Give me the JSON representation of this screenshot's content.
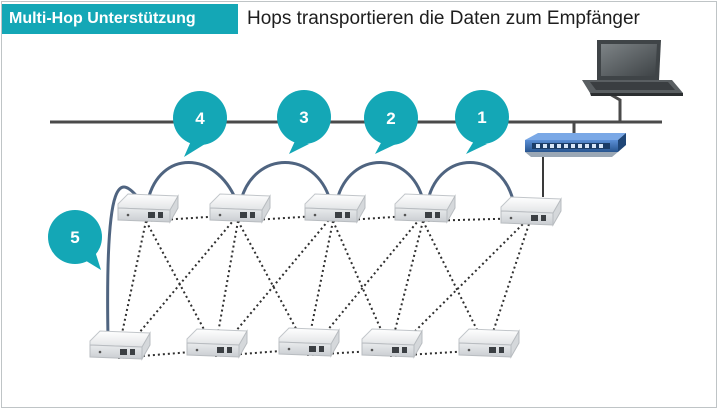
{
  "header": {
    "badge_text": "Multi-Hop Unterstützung",
    "caption": "Hops transportieren die Daten zum Empfänger",
    "badge_color": "#14a7b6"
  },
  "hops": [
    {
      "label": "4"
    },
    {
      "label": "3"
    },
    {
      "label": "2"
    },
    {
      "label": "1"
    },
    {
      "label": "5"
    }
  ],
  "colors": {
    "bubble": "#14a7b6",
    "arc": "#4f6480",
    "backbone": "#4a4a4a",
    "mesh_link": "#2f2f2f",
    "switch": "#3a6fb8"
  },
  "icons": {
    "laptop": "laptop-icon",
    "switch": "network-switch-icon",
    "access_point": "access-point-icon"
  }
}
